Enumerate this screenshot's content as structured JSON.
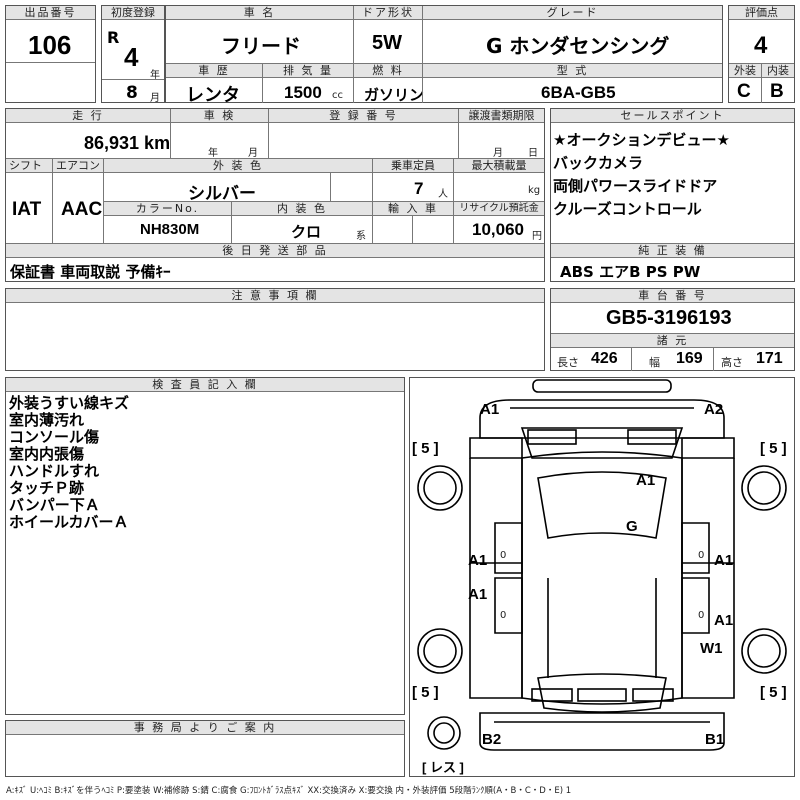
{
  "header": {
    "lot_label": "出品番号",
    "lot_value": "106",
    "first_reg_label": "初度登録",
    "era": "R",
    "reg_year": "4",
    "year_unit": "年",
    "reg_month": "8",
    "month_unit": "月",
    "car_name_label": "車 名",
    "car_name": "フリード",
    "door_label": "ドア形状",
    "door_value": "5W",
    "grade_label": "グレード",
    "grade_value": "G ホンダセンシング",
    "score_label": "評価点",
    "score_value": "4",
    "history_label": "車 歴",
    "history_value": "レンタ",
    "displacement_label": "排 気 量",
    "displacement_value": "1500",
    "displacement_unit": "cc",
    "fuel_label": "燃 料",
    "fuel_value": "ガソリン",
    "model_label": "型 式",
    "model_value": "6BA-GB5",
    "exterior_label": "外装",
    "exterior_value": "C",
    "interior_label": "内装",
    "interior_value": "B"
  },
  "row2": {
    "mileage_label": "走 行",
    "mileage_value": "86,931 km",
    "inspection_label": "車 検",
    "inspection_year_unit": "年",
    "inspection_month_unit": "月",
    "plate_label": "登 録 番 号",
    "transfer_label": "譲渡書類期限",
    "transfer_month_unit": "月",
    "transfer_day_unit": "日",
    "shift_label": "シフト",
    "shift_value": "IAT",
    "ac_label": "エアコン",
    "ac_value": "AAC",
    "ext_color_label": "外 装 色",
    "ext_color_value": "シルバー",
    "capacity_label": "乗車定員",
    "capacity_value": "7",
    "capacity_unit": "人",
    "load_label": "最大積載量",
    "load_unit": "kg",
    "color_no_label": "カラーNo.",
    "color_no_value": "NH830M",
    "int_color_label": "内 装 色",
    "int_color_value": "クロ",
    "int_color_unit": "系",
    "import_label": "輸 入 車",
    "recycle_label": "リサイクル預託金",
    "recycle_value": "10,060",
    "recycle_unit": "円",
    "parts_label": "後 日 発 送 部 品",
    "parts_value": "保証書 車両取説 予備ｷｰ"
  },
  "sales": {
    "label": "セールスポイント",
    "items": [
      "★オークションデビュー★",
      "バックカメラ",
      "両側パワースライドドア",
      "クルーズコントロール"
    ]
  },
  "equipment": {
    "label": "純 正 装 備",
    "value": "ABS エアB PS PW"
  },
  "caution": {
    "label": "注 意 事 項 欄"
  },
  "chassis": {
    "label": "車 台 番 号",
    "value": "GB5-3196193"
  },
  "dims": {
    "label": "諸 元",
    "length_label": "長さ",
    "length_value": "426",
    "width_label": "幅",
    "width_value": "169",
    "height_label": "高さ",
    "height_value": "171"
  },
  "inspector": {
    "label": "検 査 員 記 入 欄",
    "notes": [
      "外装うすい線キズ",
      "室内薄汚れ",
      "コンソール傷",
      "室内内張傷",
      "ハンドルすれ",
      "タッチＰ跡",
      "バンパー下Ａ",
      "ホイールカバーＡ"
    ]
  },
  "office": {
    "label": "事 務 局 よ り ご 案 内"
  },
  "diagram": {
    "marks": [
      "A1",
      "A2",
      "A1",
      "G",
      "A1",
      "A1",
      "A1",
      "A1",
      "W1",
      "B2",
      "B1"
    ],
    "tires": [
      "[ 5 ]",
      "[ 5 ]",
      "[ 5 ]",
      "[ 5 ]"
    ],
    "spare": "[ レス ]",
    "pillar_zero": "0"
  },
  "legend": "A:ｷｽﾞ U:ﾍｺﾐ B:ｷｽﾞを伴うﾍｺﾐ P:要塗装 W:補修跡 S:錆 C:腐食 G:ﾌﾛﾝﾄｶﾞﾗｽ点ｷｽﾞ XX:交換済み X:要交換 内・外装評価 5段階ﾗﾝｸ順(A・B・C・D・E) 1"
}
